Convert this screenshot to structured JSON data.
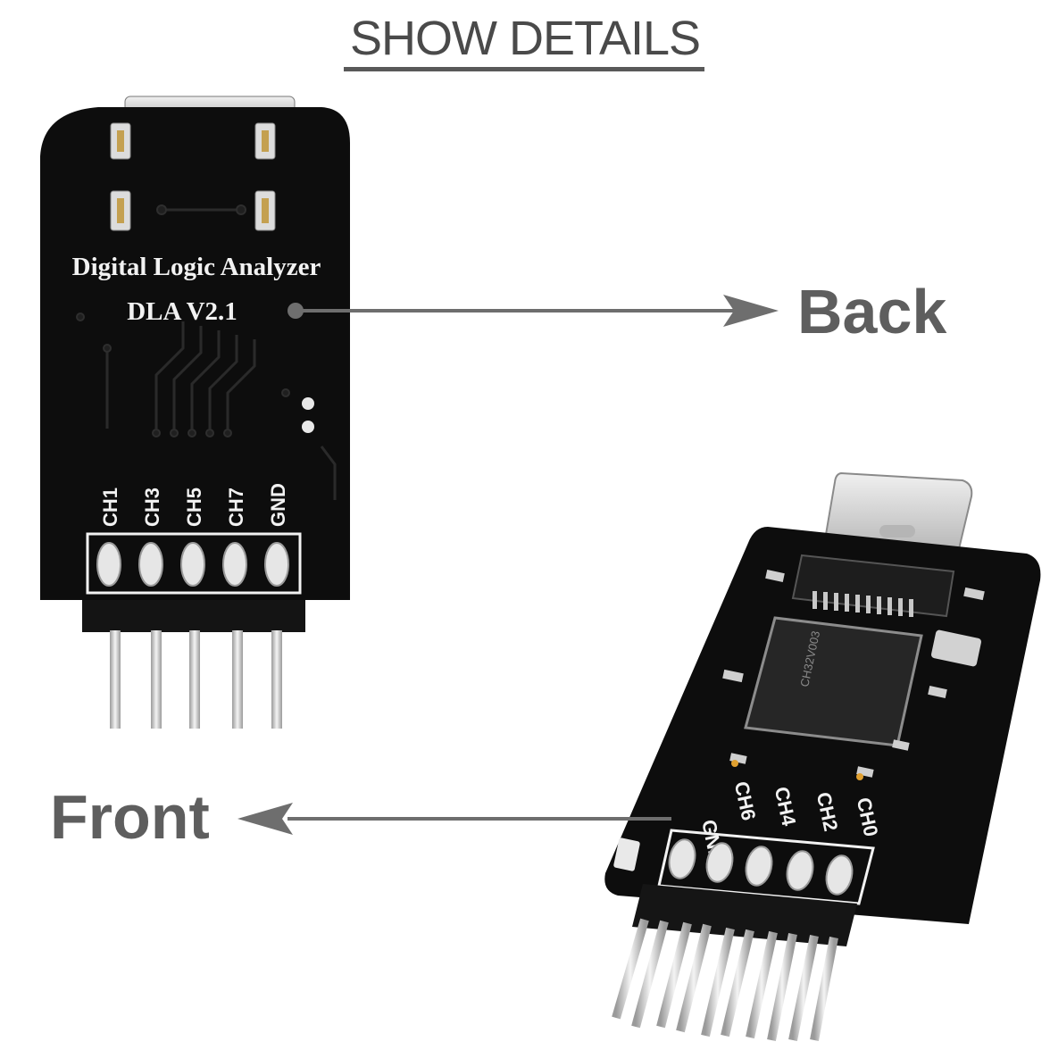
{
  "header": {
    "title": "SHOW DETAILS"
  },
  "labels": {
    "back": "Back",
    "front": "Front"
  },
  "back_board": {
    "line1": "Digital Logic Analyzer",
    "line2": "DLA V2.1",
    "pins": [
      "CH1",
      "CH3",
      "CH5",
      "CH7",
      "GND"
    ]
  },
  "front_board": {
    "pins": [
      "GND",
      "CH6",
      "CH4",
      "CH2",
      "CH0"
    ]
  },
  "colors": {
    "pcb": "#0d0d0d",
    "label": "#5e5e5e",
    "silkscreen": "#f2f2f2",
    "pin": "#c9c9c9"
  }
}
